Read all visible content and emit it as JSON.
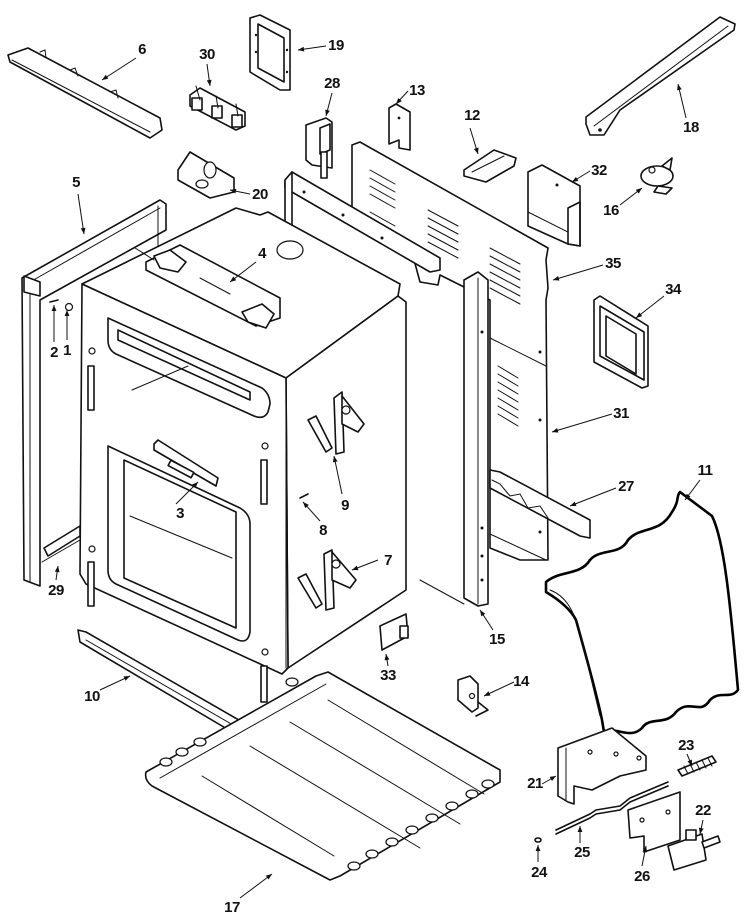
{
  "diagram": {
    "type": "exploded-parts-diagram",
    "subject": "oven cavity and body parts",
    "line_color": "#111111",
    "background_color": "#ffffff",
    "callouts": [
      {
        "id": "1",
        "label": "1",
        "part": "screw-nut"
      },
      {
        "id": "2",
        "label": "2",
        "part": "screw"
      },
      {
        "id": "3",
        "label": "3",
        "part": "vent-strip"
      },
      {
        "id": "4",
        "label": "4",
        "part": "top-bracket-assembly"
      },
      {
        "id": "5",
        "label": "5",
        "part": "front-frame-side"
      },
      {
        "id": "6",
        "label": "6",
        "part": "top-trim-rail"
      },
      {
        "id": "7",
        "label": "7",
        "part": "lower-hinge-receiver"
      },
      {
        "id": "8",
        "label": "8",
        "part": "screw"
      },
      {
        "id": "9",
        "label": "9",
        "part": "upper-hinge-receiver"
      },
      {
        "id": "10",
        "label": "10",
        "part": "bottom-front-rail"
      },
      {
        "id": "11",
        "label": "11",
        "part": "insulation-blanket"
      },
      {
        "id": "12",
        "label": "12",
        "part": "small-bracket"
      },
      {
        "id": "13",
        "label": "13",
        "part": "cover-plate"
      },
      {
        "id": "14",
        "label": "14",
        "part": "angle-bracket"
      },
      {
        "id": "15",
        "label": "15",
        "part": "side-channel"
      },
      {
        "id": "16",
        "label": "16",
        "part": "thermostat-disc"
      },
      {
        "id": "17",
        "label": "17",
        "part": "base-pan"
      },
      {
        "id": "18",
        "label": "18",
        "part": "side-support-rail"
      },
      {
        "id": "19",
        "label": "19",
        "part": "vent-frame"
      },
      {
        "id": "20",
        "label": "20",
        "part": "wire-bracket"
      },
      {
        "id": "21",
        "label": "21",
        "part": "latch-bracket"
      },
      {
        "id": "22",
        "label": "22",
        "part": "micro-switch"
      },
      {
        "id": "23",
        "label": "23",
        "part": "spring"
      },
      {
        "id": "24",
        "label": "24",
        "part": "clip"
      },
      {
        "id": "25",
        "label": "25",
        "part": "latch-rod"
      },
      {
        "id": "26",
        "label": "26",
        "part": "switch-plate"
      },
      {
        "id": "27",
        "label": "27",
        "part": "back-strip"
      },
      {
        "id": "28",
        "label": "28",
        "part": "hinge-bracket"
      },
      {
        "id": "29",
        "label": "29",
        "part": "frame-clip"
      },
      {
        "id": "30",
        "label": "30",
        "part": "terminal-block"
      },
      {
        "id": "31",
        "label": "31",
        "part": "rear-panel"
      },
      {
        "id": "32",
        "label": "32",
        "part": "box-cover"
      },
      {
        "id": "33",
        "label": "33",
        "part": "mounting-bracket"
      },
      {
        "id": "34",
        "label": "34",
        "part": "vent-grille"
      },
      {
        "id": "35",
        "label": "35",
        "part": "back-wall"
      }
    ]
  }
}
